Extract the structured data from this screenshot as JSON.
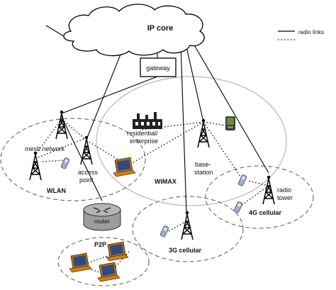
{
  "labels": {
    "ip_core": "IP core",
    "gateway": "gateway",
    "legend_radio": "radio links",
    "mesh_network": "mesh network",
    "access_point": [
      "access",
      "point"
    ],
    "wlan": "WLAN",
    "residential": [
      "residential/",
      "enterprise"
    ],
    "wimax": "WiMAX",
    "base_station": [
      "base-",
      "station"
    ],
    "radio_tower": [
      "radio",
      "tower"
    ],
    "cellular_4g": "4G cellular",
    "router": "router",
    "cellular_3g": "3G cellular",
    "p2p": "P2P"
  },
  "colors": {
    "line": "#000000",
    "cloud_fill": "#ffffff",
    "router_fill": "#b5b5b5",
    "laptop_body": "#b26b10",
    "laptop_screen": "#2b4a86",
    "phone": "#9fb0c8",
    "pda": "#6b8a3a"
  },
  "icons": [
    "cloud-icon",
    "gateway-box",
    "tower-icon",
    "laptop-icon",
    "phone-icon",
    "pda-icon",
    "factory-icon",
    "router-icon"
  ]
}
